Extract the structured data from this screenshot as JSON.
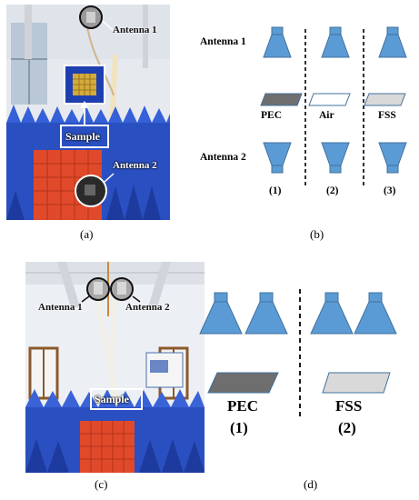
{
  "panel_a": {
    "antenna1_label": "Antenna 1",
    "antenna2_label": "Antenna 2",
    "sample_label": "Sample",
    "caption": "(a)"
  },
  "panel_b": {
    "antenna1_label": "Antenna 1",
    "antenna2_label": "Antenna 2",
    "materials": [
      "PEC",
      "Air",
      "FSS"
    ],
    "case_labels": [
      "(1)",
      "(2)",
      "(3)"
    ],
    "caption": "(b)"
  },
  "panel_c": {
    "antenna1_label": "Antenna 1",
    "antenna2_label": "Antenna 2",
    "sample_label": "Sample",
    "caption": "(c)"
  },
  "panel_d": {
    "materials": [
      "PEC",
      "FSS"
    ],
    "case_labels": [
      "(1)",
      "(2)"
    ],
    "caption": "(d)"
  },
  "colors": {
    "horn_fill": "#5b9bd5",
    "horn_stroke": "#41719c",
    "pec_fill": "#6e6e6e",
    "fss_fill": "#d9d9d9",
    "air_fill": "#ffffff",
    "absorber_blue": "#2a4fc0",
    "absorber_red": "#e04a2a"
  }
}
